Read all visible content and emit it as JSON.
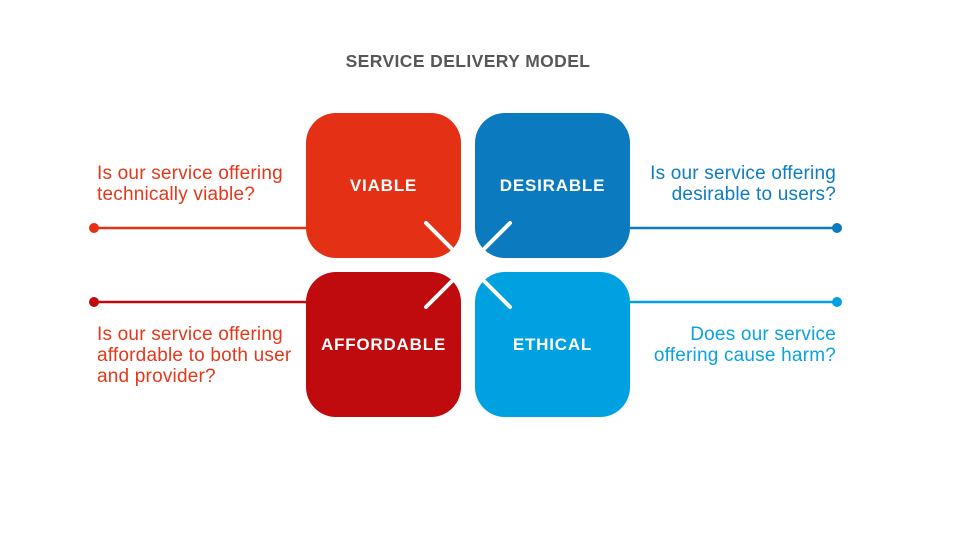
{
  "title": "SERVICE DELIVERY MODEL",
  "title_color": "#57575A",
  "background": "#FFFFFF",
  "label_text_color": "#FFFFFF",
  "quadrants": [
    {
      "id": "viable",
      "label": "VIABLE",
      "color": "#E43014",
      "question": "Is our service offering\ntechnically viable?",
      "question_color": "#E5381A",
      "side": "left",
      "row": "top"
    },
    {
      "id": "desirable",
      "label": "DESIRABLE",
      "color": "#0B7ABF",
      "question": "Is our service offering\ndesirable to users?",
      "question_color": "#0E7CC1",
      "side": "right",
      "row": "top"
    },
    {
      "id": "affordable",
      "label": "AFFORDABLE",
      "color": "#BF0B0D",
      "question": "Is our service offering\naffordable to both user\nand provider?",
      "question_color": "#E5381A",
      "side": "left",
      "row": "bottom"
    },
    {
      "id": "ethical",
      "label": "ETHICAL",
      "color": "#00A1E0",
      "question": "Does our service\noffering cause harm?",
      "question_color": "#0AA3E0",
      "side": "right",
      "row": "bottom"
    }
  ]
}
